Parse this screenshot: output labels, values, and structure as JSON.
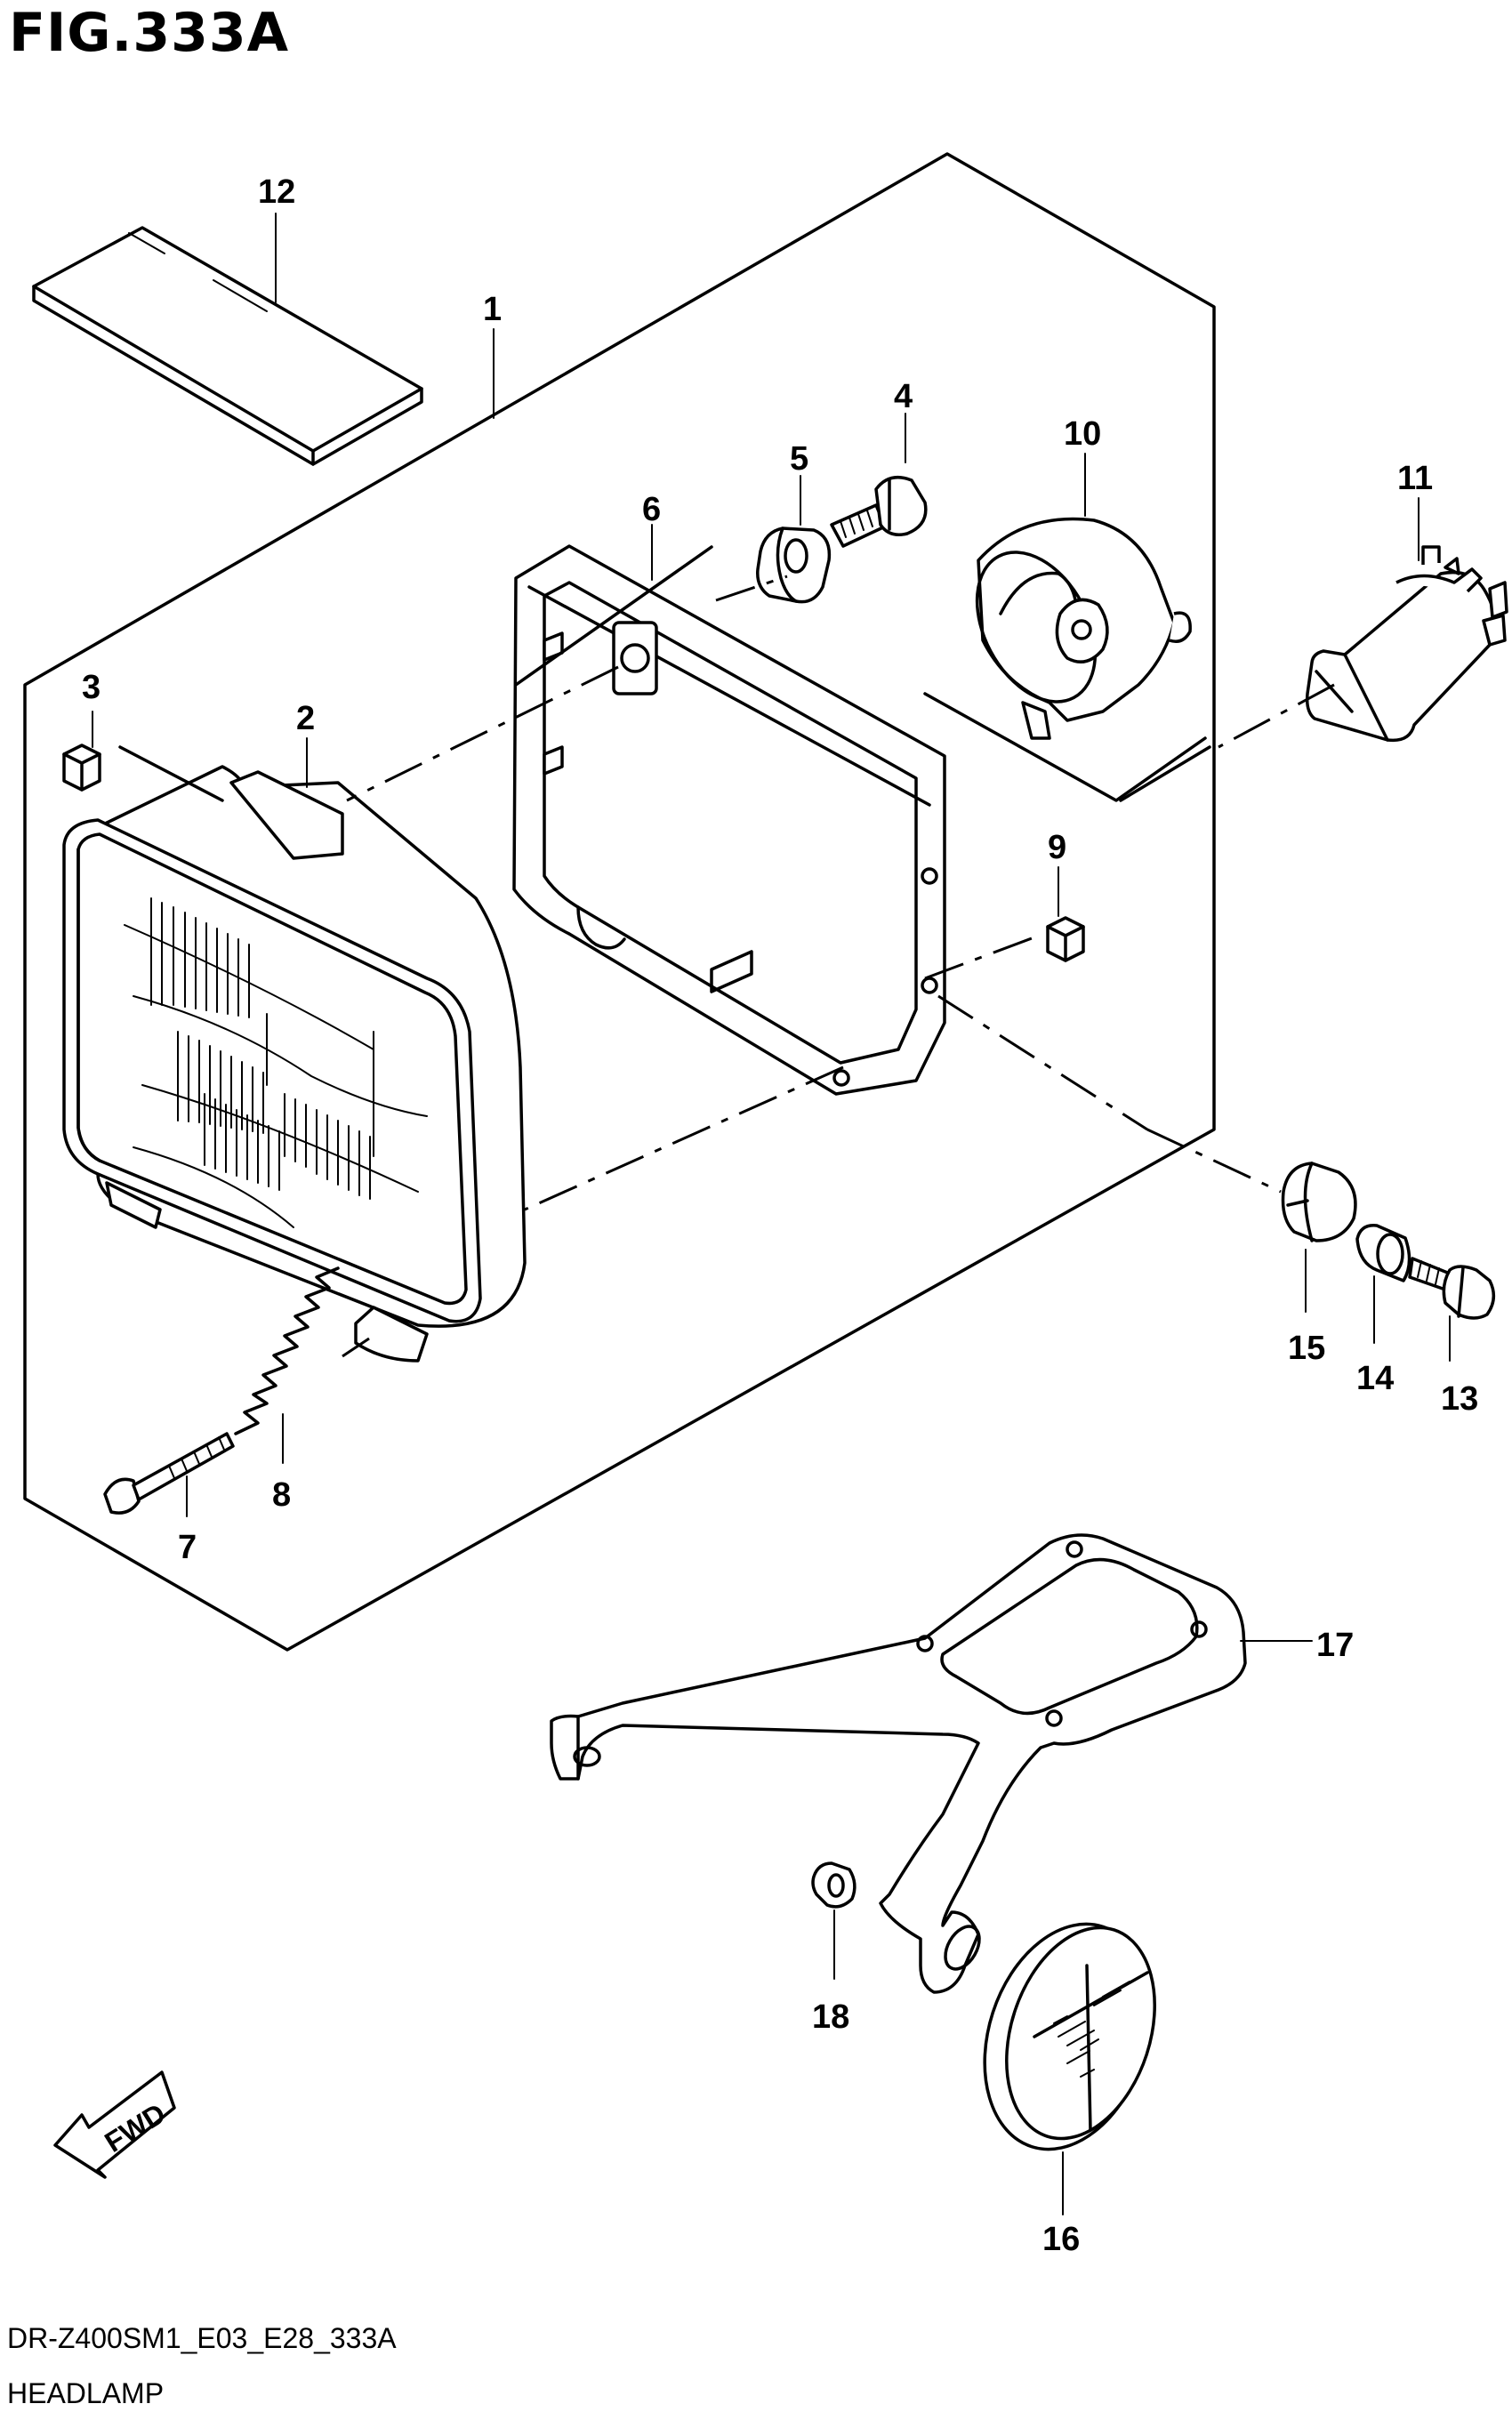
{
  "figure": {
    "title": "FIG.333A",
    "drawing_code": "DR-Z400SM1_E03_E28_333A",
    "caption": "HEADLAMP"
  },
  "callouts": [
    {
      "id": "c1",
      "label": "1"
    },
    {
      "id": "c2",
      "label": "2"
    },
    {
      "id": "c3",
      "label": "3"
    },
    {
      "id": "c4",
      "label": "4"
    },
    {
      "id": "c5",
      "label": "5"
    },
    {
      "id": "c6",
      "label": "6"
    },
    {
      "id": "c7",
      "label": "7"
    },
    {
      "id": "c8",
      "label": "8"
    },
    {
      "id": "c9",
      "label": "9"
    },
    {
      "id": "c10",
      "label": "10"
    },
    {
      "id": "c11",
      "label": "11"
    },
    {
      "id": "c12",
      "label": "12"
    },
    {
      "id": "c13",
      "label": "13"
    },
    {
      "id": "c14",
      "label": "14"
    },
    {
      "id": "c15",
      "label": "15"
    },
    {
      "id": "c16",
      "label": "16"
    },
    {
      "id": "c17",
      "label": "17"
    },
    {
      "id": "c18",
      "label": "18"
    }
  ],
  "fwd_label": "FWD"
}
